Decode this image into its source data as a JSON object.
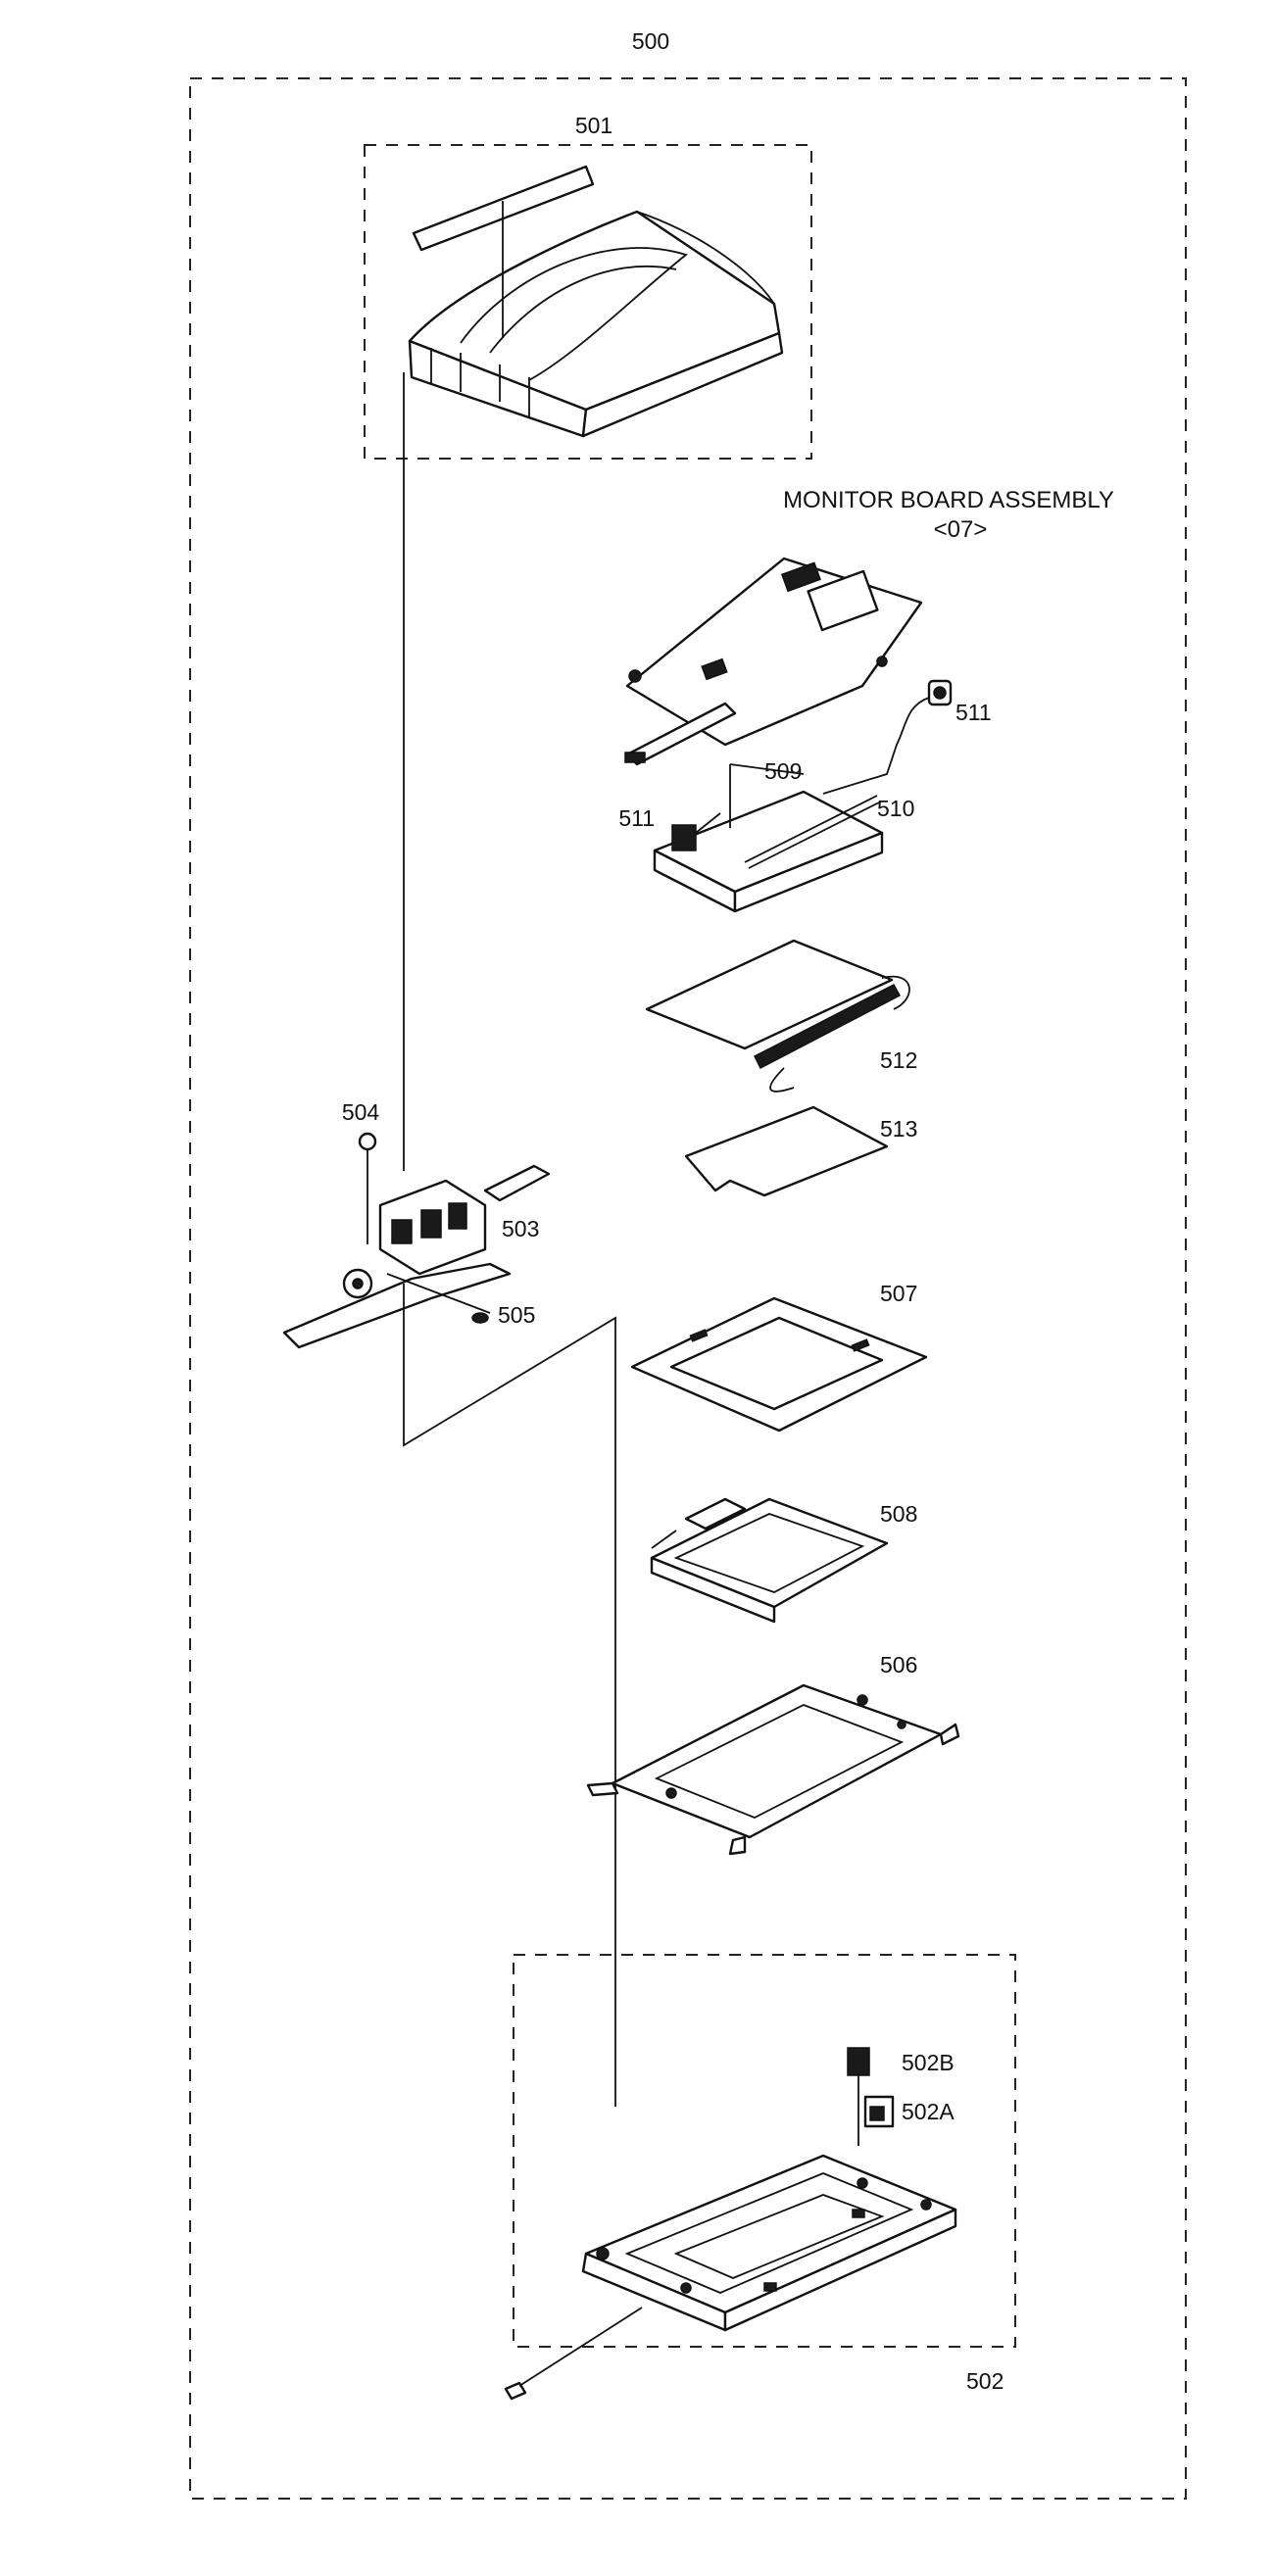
{
  "labels": {
    "assembly": "500",
    "p501": "501",
    "monitor_title": "MONITOR BOARD ASSEMBLY",
    "monitor_code": "<07>",
    "p511a": "511",
    "p509": "509",
    "p511b": "511",
    "p510": "510",
    "p512": "512",
    "p504": "504",
    "p513": "513",
    "p503": "503",
    "p505": "505",
    "p507": "507",
    "p508": "508",
    "p506": "506",
    "p502B": "502B",
    "p502A": "502A",
    "p502": "502"
  }
}
